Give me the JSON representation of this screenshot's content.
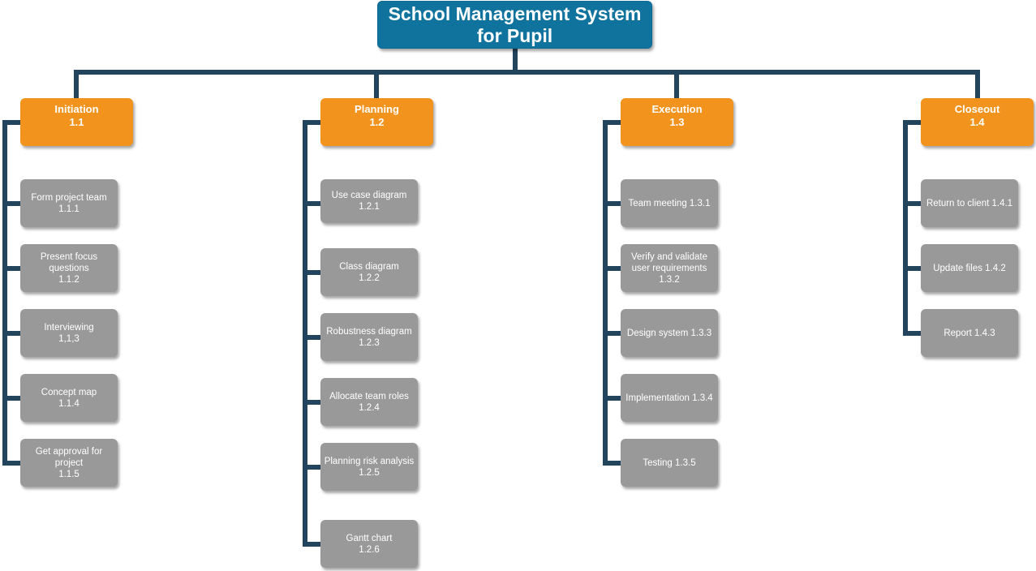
{
  "root": {
    "title_line1": "School Management System",
    "title_line2": "for Pupil"
  },
  "phases": [
    {
      "name": "Initiation",
      "code": "1.1",
      "tasks": [
        {
          "line1": "Form project team",
          "line2": "1.1.1"
        },
        {
          "line1": "Present focus",
          "line2": "questions",
          "line3": "1.1.2"
        },
        {
          "line1": "Interviewing",
          "line2": "1,1,3"
        },
        {
          "line1": "Concept map",
          "line2": "1.1.4"
        },
        {
          "line1": "Get approval for",
          "line2": "project",
          "line3": "1.1.5"
        }
      ]
    },
    {
      "name": "Planning",
      "code": "1.2",
      "tasks": [
        {
          "line1": "Use case diagram",
          "line2": "1.2.1"
        },
        {
          "line1": "Class diagram",
          "line2": "1.2.2"
        },
        {
          "line1": "Robustness diagram",
          "line2": "1.2.3"
        },
        {
          "line1": "Allocate team roles",
          "line2": "1.2.4"
        },
        {
          "line1": "Planning risk analysis",
          "line2": "1.2.5"
        },
        {
          "line1": "Gantt chart",
          "line2": "1.2.6"
        }
      ]
    },
    {
      "name": "Execution",
      "code": "1.3",
      "tasks": [
        {
          "line1": "Team meeting 1.3.1"
        },
        {
          "line1": "Verify and validate",
          "line2": "user requirements",
          "line3": "1.3.2"
        },
        {
          "line1": "Design system 1.3.3"
        },
        {
          "line1": "Implementation 1.3.4"
        },
        {
          "line1": "Testing 1.3.5"
        }
      ]
    },
    {
      "name": "Closeout",
      "code": "1.4",
      "tasks": [
        {
          "line1": "Return to client 1.4.1"
        },
        {
          "line1": "Update files 1.4.2"
        },
        {
          "line1": "Report 1.4.3"
        }
      ]
    }
  ],
  "colors": {
    "root": "#10739e",
    "phase": "#f2931e",
    "task": "#999999",
    "connector": "#23445d"
  }
}
